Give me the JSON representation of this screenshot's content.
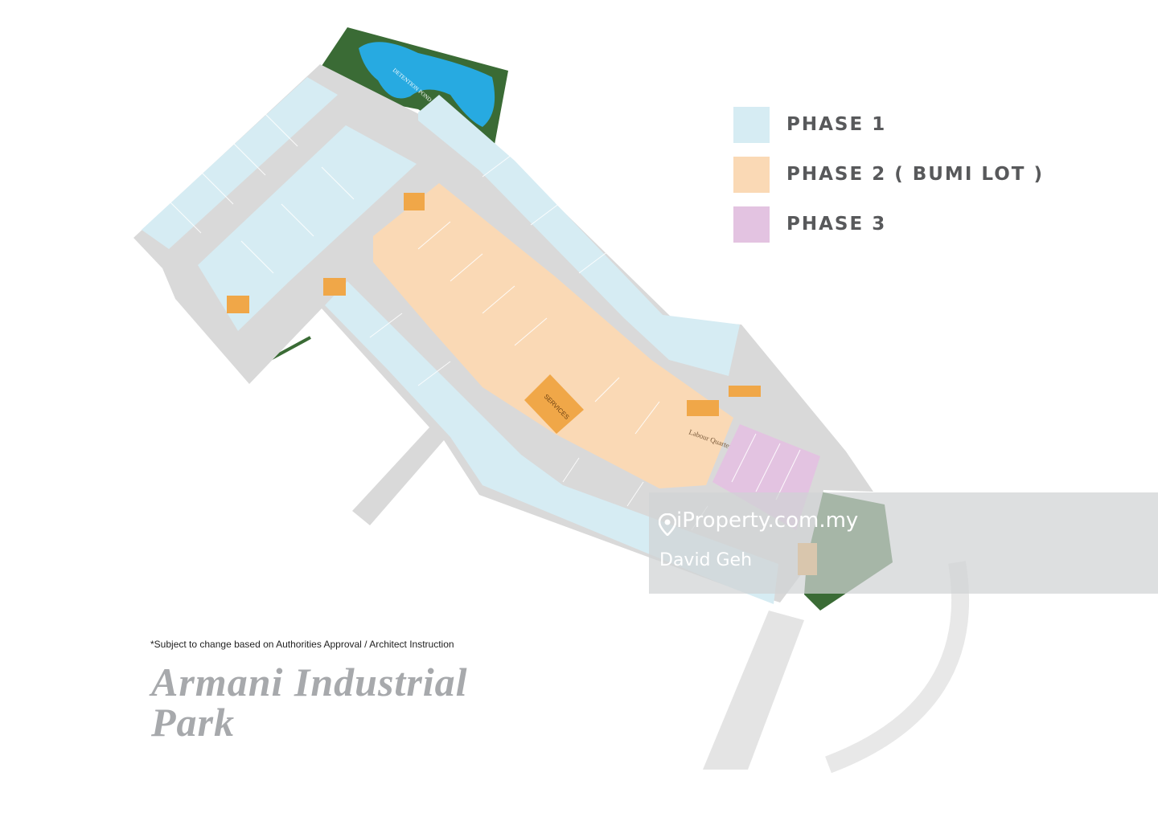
{
  "detention_pond_label": "DETENTION POND",
  "services_label": "SERVICES",
  "labour_quarter_label": "Labour Quarter",
  "legend": [
    {
      "label": "PHASE 1",
      "color": "#d6ecf3"
    },
    {
      "label": "PHASE 2 ( BUMI LOT )",
      "color": "#fad9b5"
    },
    {
      "label": "PHASE 3",
      "color": "#e3c3e1"
    }
  ],
  "disclaimer": "*Subject to change based on Authorities Approval / Architect Instruction",
  "title": "Armani Industrial Park",
  "watermark": {
    "brand": "iProperty.com.my",
    "agent": "David Geh"
  },
  "colors": {
    "phase1": "#d6ecf3",
    "phase2": "#fad9b5",
    "phase3": "#e3c3e1",
    "services": "#f0a748",
    "road": "#d9d9d9",
    "green": "#3a6b35",
    "pond": "#27aae1"
  }
}
